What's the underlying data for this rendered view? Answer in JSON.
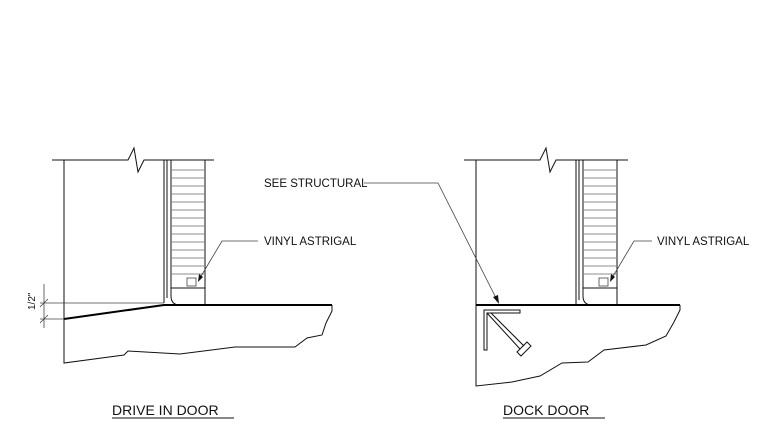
{
  "drive_in_door": {
    "title": "DRIVE IN DOOR",
    "astrigal_label": "VINYL ASTRIGAL",
    "dimension_label": "1/2\""
  },
  "dock_door": {
    "title": "DOCK DOOR",
    "structural_label": "SEE STRUCTURAL",
    "astrigal_label": "VINYL ASTRIGAL"
  }
}
